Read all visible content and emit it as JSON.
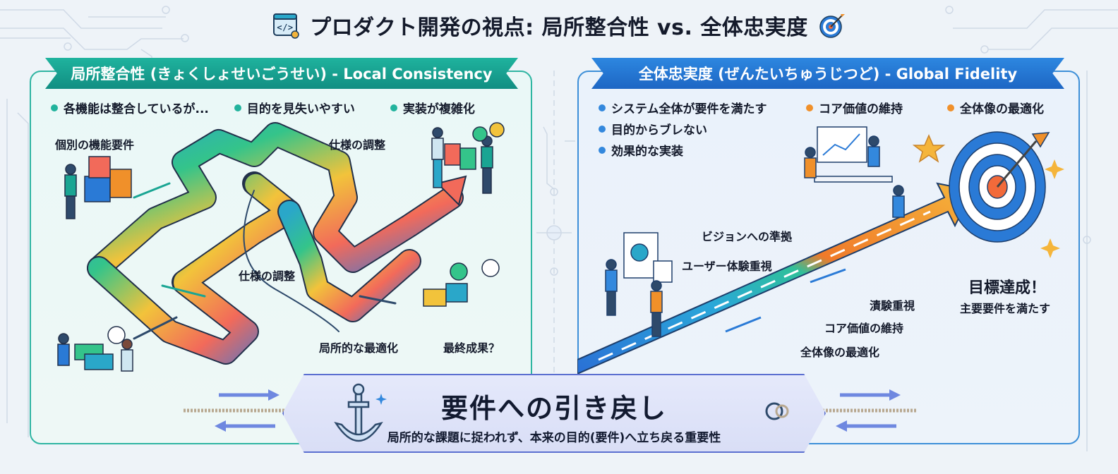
{
  "title": {
    "text": "プロダクト開発の視点: 局所整合性 vs. 全体忠実度",
    "left_icon": "code-window-icon",
    "right_icon": "target-icon"
  },
  "local": {
    "header": "局所整合性 (きょくしょせいごうせい) - Local Consistency",
    "accent_color": "#1aa593",
    "bullets": [
      "各機能は整合しているが...",
      "目的を見失いやすい",
      "実装が複雑化"
    ],
    "bullet_color": "#22b39d",
    "labels": {
      "individual_requirements": "個別の機能要件",
      "spec_adjust_top": "仕様の調整",
      "spec_adjust_mid": "仕様の調整",
      "local_optimization": "局所的な最適化",
      "final_result": "最終成果？"
    }
  },
  "global": {
    "header": "全体忠実度 (ぜんたいちゅうじつど) - Global Fidelity",
    "accent_color": "#2a7ad6",
    "bullets_blue": [
      "システム全体が要件を満たす",
      "目的からブレない",
      "効果的な実装"
    ],
    "bullets_orange": [
      "コア価値の維持",
      "全体像の最適化"
    ],
    "bullet_color_blue": "#3388dd",
    "bullet_color_orange": "#f0902a",
    "labels": {
      "vision": "ビジョンへの準拠",
      "ux": "ユーザー体験重視",
      "experience": "漬験重視",
      "core_value": "コア価値の維持",
      "big_picture": "全体像の最適化",
      "goal": "目標達成！",
      "goal_sub": "主要要件を満たす"
    }
  },
  "banner": {
    "title": "要件への引き戻し",
    "subtitle": "局所的な課題に捉われず、本来の目的(要件)へ立ち戻る重要性",
    "icon": "anchor-icon"
  }
}
